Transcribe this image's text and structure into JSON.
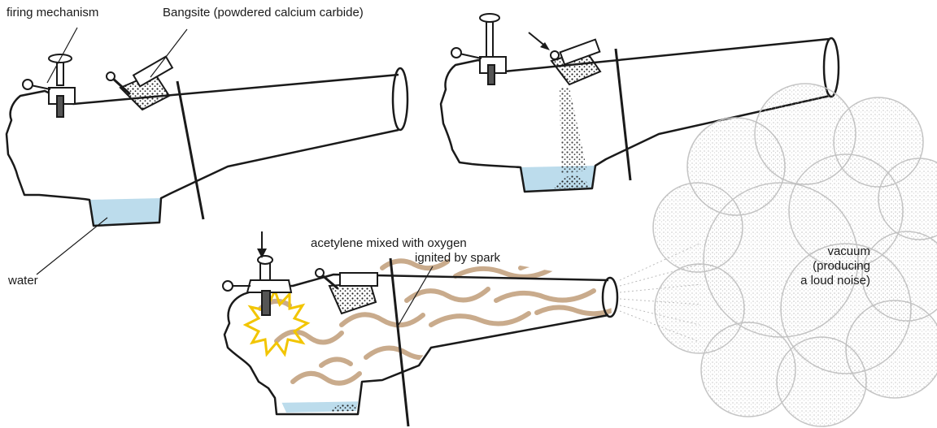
{
  "labels": {
    "firing_mechanism": "firing mechanism",
    "bangsite": "Bangsite (powdered calcium carbide)",
    "water": "water",
    "acetylene_line1": "acetylene mixed with oxygen",
    "acetylene_line2": "ignited by spark",
    "vacuum_line1": "vacuum",
    "vacuum_line2": "(producing",
    "vacuum_line3": "a loud noise)"
  },
  "colors": {
    "outline": "#1a1a1a",
    "water": "#bcdcec",
    "flame": "#f2c500",
    "gas_streaks": "#c9ab8c",
    "smoke": "#b8b8b8",
    "granules": "#222222"
  }
}
